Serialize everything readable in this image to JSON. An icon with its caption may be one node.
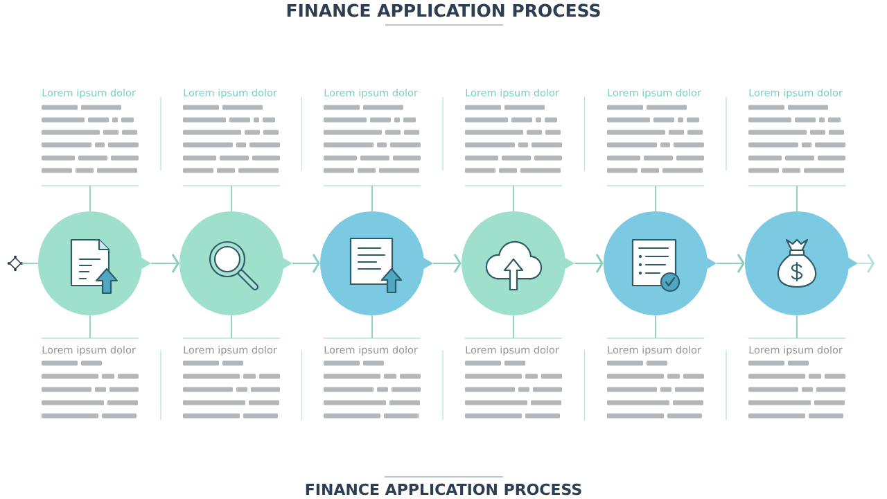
{
  "diagram": {
    "title": "FINANCE APPLICATION PROCESS",
    "nodes": [
      {
        "text": [
          "Lorem ipsum dolor"
        ]
      },
      {
        "text": [
          "Lorem ipsum dolor"
        ]
      },
      {
        "text": [
          "Lorem ipsum dolor"
        ]
      },
      {
        "text": [
          "Lorem ipsum dolor"
        ]
      },
      {
        "text": [
          "Lorem ipsum dolor"
        ]
      },
      {
        "text": [
          "Lorem ipsum dolor"
        ]
      },
      {
        "text": [],
        "shape": "diamond"
      },
      {
        "text": [],
        "shape": "circle"
      },
      {
        "text": [],
        "shape": "circle"
      },
      {
        "text": [],
        "shape": "circle"
      },
      {
        "text": [],
        "shape": "circle"
      },
      {
        "text": [],
        "shape": "circle"
      },
      {
        "text": [],
        "shape": "circle"
      },
      {
        "text": [
          "Lorem ipsum dolor"
        ]
      },
      {
        "text": [
          "Lorem ipsum dolor"
        ]
      },
      {
        "text": [
          "Lorem ipsum dolor"
        ]
      },
      {
        "text": [
          "Lorem ipsum dolor"
        ]
      },
      {
        "text": [
          "Lorem ipsum dolor"
        ]
      },
      {
        "text": [
          "Lorem ipsum dolor"
        ]
      }
    ],
    "edges": [
      {
        "from": 6,
        "to": 7,
        "arrow": "none"
      },
      {
        "from": 7,
        "to": 8,
        "arrow": "to"
      },
      {
        "from": 8,
        "to": 9,
        "arrow": "to"
      },
      {
        "from": 9,
        "to": 10,
        "arrow": "to"
      },
      {
        "from": 10,
        "to": 11,
        "arrow": "to"
      },
      {
        "from": 11,
        "to": 12,
        "arrow": "to"
      },
      {
        "from": 12,
        "to": null,
        "arrow": "to",
        "color": "#b5e0d5"
      },
      {
        "from": 0,
        "to": 7,
        "arrow": "none"
      },
      {
        "from": 1,
        "to": 8,
        "arrow": "none"
      },
      {
        "from": 2,
        "to": 9,
        "arrow": "none"
      },
      {
        "from": 3,
        "to": 10,
        "arrow": "none"
      },
      {
        "from": 4,
        "to": 11,
        "arrow": "none"
      },
      {
        "from": 5,
        "to": 12,
        "arrow": "none"
      },
      {
        "from": 7,
        "to": 13,
        "arrow": "none"
      },
      {
        "from": 8,
        "to": 14,
        "arrow": "none"
      },
      {
        "from": 9,
        "to": 15,
        "arrow": "none"
      },
      {
        "from": 10,
        "to": 16,
        "arrow": "none"
      },
      {
        "from": 11,
        "to": 17,
        "arrow": "none"
      },
      {
        "from": 12,
        "to": 18,
        "arrow": "none"
      }
    ],
    "labels": [
      "FINANCE APPLICATION PROCESS"
    ]
  }
}
